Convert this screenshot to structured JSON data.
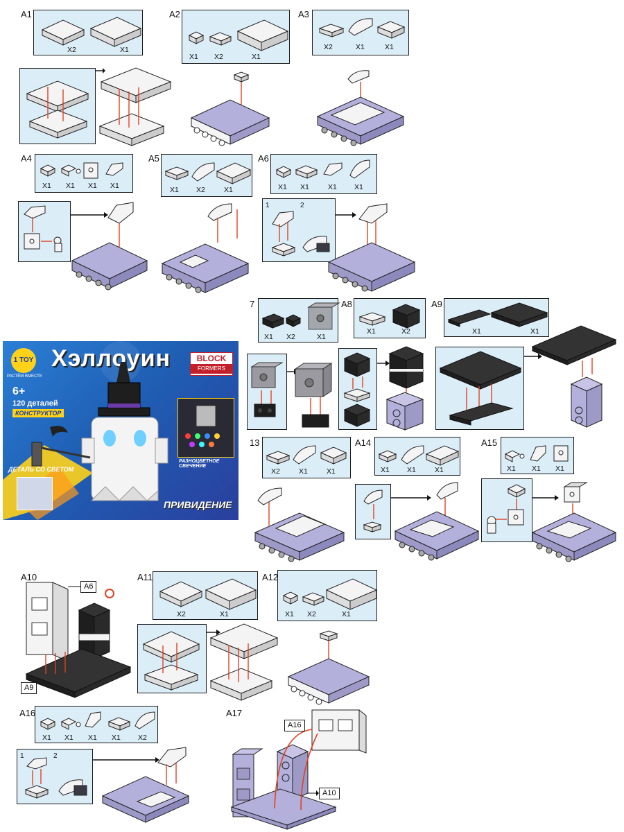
{
  "steps": [
    {
      "id": "A1",
      "label": "A1",
      "qty": [
        "X2",
        "X1"
      ]
    },
    {
      "id": "A2",
      "label": "A2",
      "qty": [
        "X1",
        "X2",
        "X1"
      ]
    },
    {
      "id": "A3",
      "label": "A3",
      "qty": [
        "X2",
        "X1",
        "X1"
      ]
    },
    {
      "id": "A4",
      "label": "A4",
      "qty": [
        "X1",
        "X1",
        "X1",
        "X1"
      ]
    },
    {
      "id": "A5",
      "label": "A5",
      "qty": [
        "X1",
        "X2",
        "X1"
      ]
    },
    {
      "id": "A6",
      "label": "A6",
      "qty": [
        "X1",
        "X1",
        "X1",
        "X1"
      ],
      "sub": [
        "1",
        "2"
      ]
    },
    {
      "id": "A7",
      "label": "7",
      "qty": [
        "X1",
        "X2",
        "X1"
      ]
    },
    {
      "id": "A8",
      "label": "A8",
      "qty": [
        "X1",
        "X2"
      ]
    },
    {
      "id": "A9",
      "label": "A9",
      "qty": [
        "X1",
        "X1"
      ]
    },
    {
      "id": "A13",
      "label": "13",
      "qty": [
        "X2",
        "X1",
        "X1"
      ]
    },
    {
      "id": "A14",
      "label": "A14",
      "qty": [
        "X1",
        "X1",
        "X1"
      ]
    },
    {
      "id": "A15",
      "label": "A15",
      "qty": [
        "X1",
        "X1",
        "X1"
      ]
    },
    {
      "id": "A10",
      "label": "A10",
      "callouts": [
        "A6",
        "A9"
      ]
    },
    {
      "id": "A11",
      "label": "A11",
      "qty": [
        "X2",
        "X1"
      ]
    },
    {
      "id": "A12",
      "label": "A12",
      "qty": [
        "X1",
        "X2",
        "X1"
      ]
    },
    {
      "id": "A16",
      "label": "A16",
      "qty": [
        "X1",
        "X1",
        "X1",
        "X1",
        "X2"
      ],
      "sub": [
        "1",
        "2"
      ]
    },
    {
      "id": "A17",
      "label": "A17",
      "callouts": [
        "A16",
        "A10"
      ]
    }
  ],
  "product": {
    "title": "Хэллоуин",
    "brand": "BLOCK",
    "brand_sub": "FORMERS",
    "age": "6+",
    "pieces": "120 деталей",
    "type": "КОНСТРУКТОР",
    "light_part": "ДЕТАЛЬ СО СВЕТОМ",
    "multicolor": "РАЗНОЦВЕТНОЕ СВЕЧЕНИЕ",
    "character": "ПРИВИДЕНИЕ",
    "logo_text": "1 TOY",
    "logo_tagline": "РАСТЁМ ВМЕСТЕ"
  },
  "colors": {
    "panel_bg": "#dbeef8",
    "lavender": "#b3b0dc",
    "brick_white": "#f4f4f4",
    "brick_black": "#1e1e1e",
    "arrow_red": "#e2401f"
  }
}
